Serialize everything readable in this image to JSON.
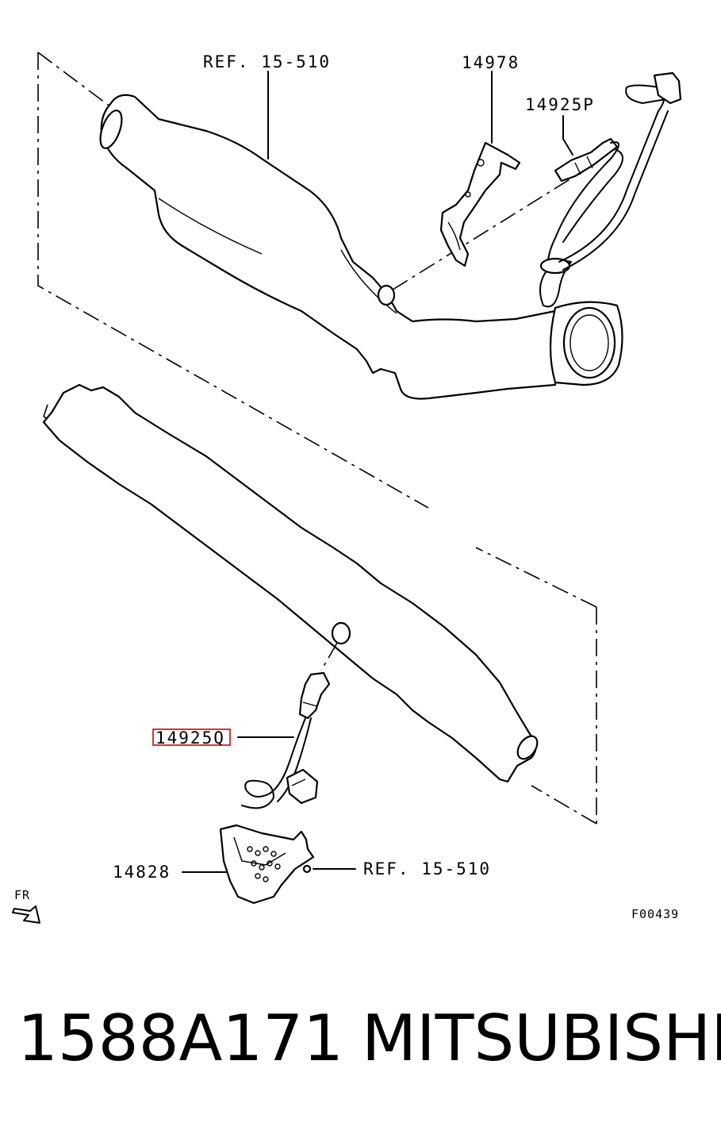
{
  "diagram": {
    "callouts": {
      "ref_top": "REF. 15-510",
      "bracket": "14978",
      "sensor_upper": "14925P",
      "sensor_lower": "14925Q",
      "heat_shield": "14828",
      "ref_bottom": "REF. 15-510",
      "front_marker": "FR",
      "figure_code": "F00439"
    },
    "highlight_color": "#d40000"
  },
  "caption": {
    "part_number": "1588A171",
    "brand": "MITSUBISHI"
  }
}
